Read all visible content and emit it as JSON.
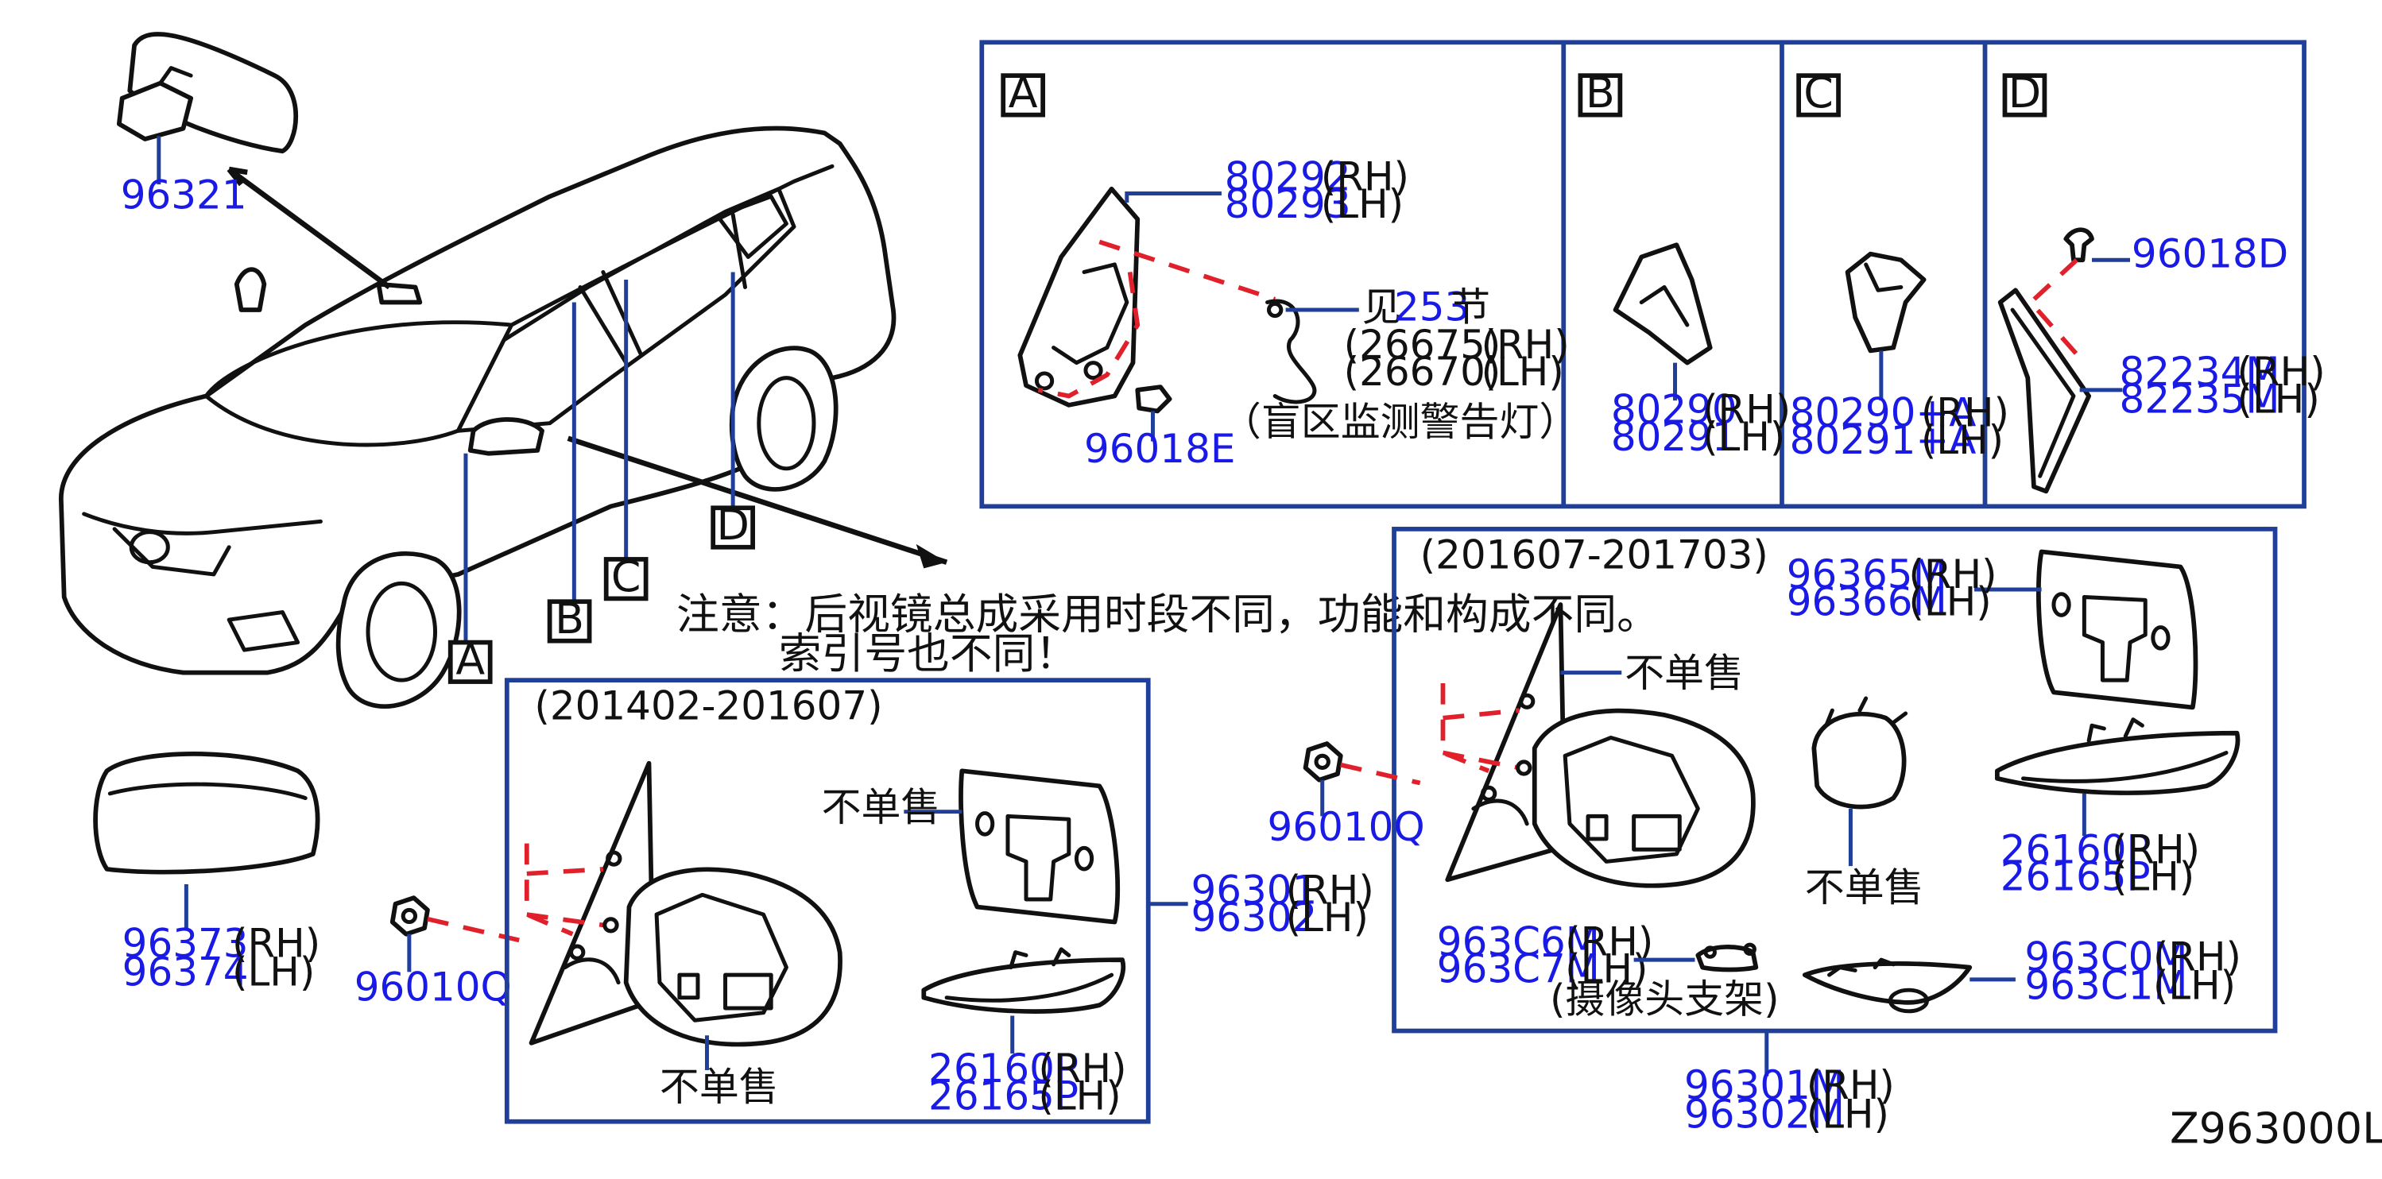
{
  "diagram_code": "Z963000L",
  "callout_boxes": [
    "A",
    "B",
    "C",
    "D"
  ],
  "note": {
    "line1": "注意：后视镜总成采用时段不同，功能和构成不同。",
    "line2": "索引号也不同！"
  },
  "inner_mirror": {
    "part": "96321"
  },
  "mirror_cap": {
    "rh": "96373",
    "lh": "96374",
    "rh_side": "(RH)",
    "lh_side": "(LH)"
  },
  "nut_left": {
    "part": "96010Q"
  },
  "nut_right": {
    "part": "96010Q"
  },
  "panel_A": {
    "letter": "A",
    "cover_rh": "80292",
    "cover_lh": "80293",
    "rh_side": "(RH)",
    "lh_side": "(LH)",
    "see_prefix": "见",
    "see_num": "253",
    "see_suffix": "节",
    "lamp_rh": "(26675)",
    "lamp_lh": "(26670)",
    "lamp_desc": "（盲区监测警告灯）",
    "clip": "96018E"
  },
  "panel_B": {
    "letter": "B",
    "rh": "80290",
    "lh": "80291",
    "rh_side": "(RH)",
    "lh_side": "(LH)"
  },
  "panel_C": {
    "letter": "C",
    "rh": "80290+A",
    "lh": "80291+A",
    "rh_side": "(RH)",
    "lh_side": "(LH)"
  },
  "panel_D": {
    "letter": "D",
    "clip": "96018D",
    "rh": "82234M",
    "lh": "82235M",
    "rh_side": "(RH)",
    "lh_side": "(LH)"
  },
  "period_1": {
    "range": "(201402-201607)",
    "not_sold_glass": "不单售",
    "not_sold_body": "不单售",
    "assy_rh": "96301",
    "assy_lh": "96302",
    "lamp_rh": "26160P",
    "lamp_lh": "26165P",
    "rh_side": "(RH)",
    "lh_side": "(LH)"
  },
  "period_2": {
    "range": "(201607-201703)",
    "glass_rh": "96365M",
    "glass_lh": "96366M",
    "not_sold_body": "不单售",
    "not_sold_motor": "不单售",
    "lamp_rh": "26160P",
    "lamp_lh": "26165P",
    "cam_rh": "963C6M",
    "cam_lh": "963C7M",
    "cam_desc": "(摄像头支架)",
    "cover_rh": "963C0M",
    "cover_lh": "963C1M",
    "assy_rh": "96301M",
    "assy_lh": "96302M",
    "rh_side": "(RH)",
    "lh_side": "(LH)"
  }
}
